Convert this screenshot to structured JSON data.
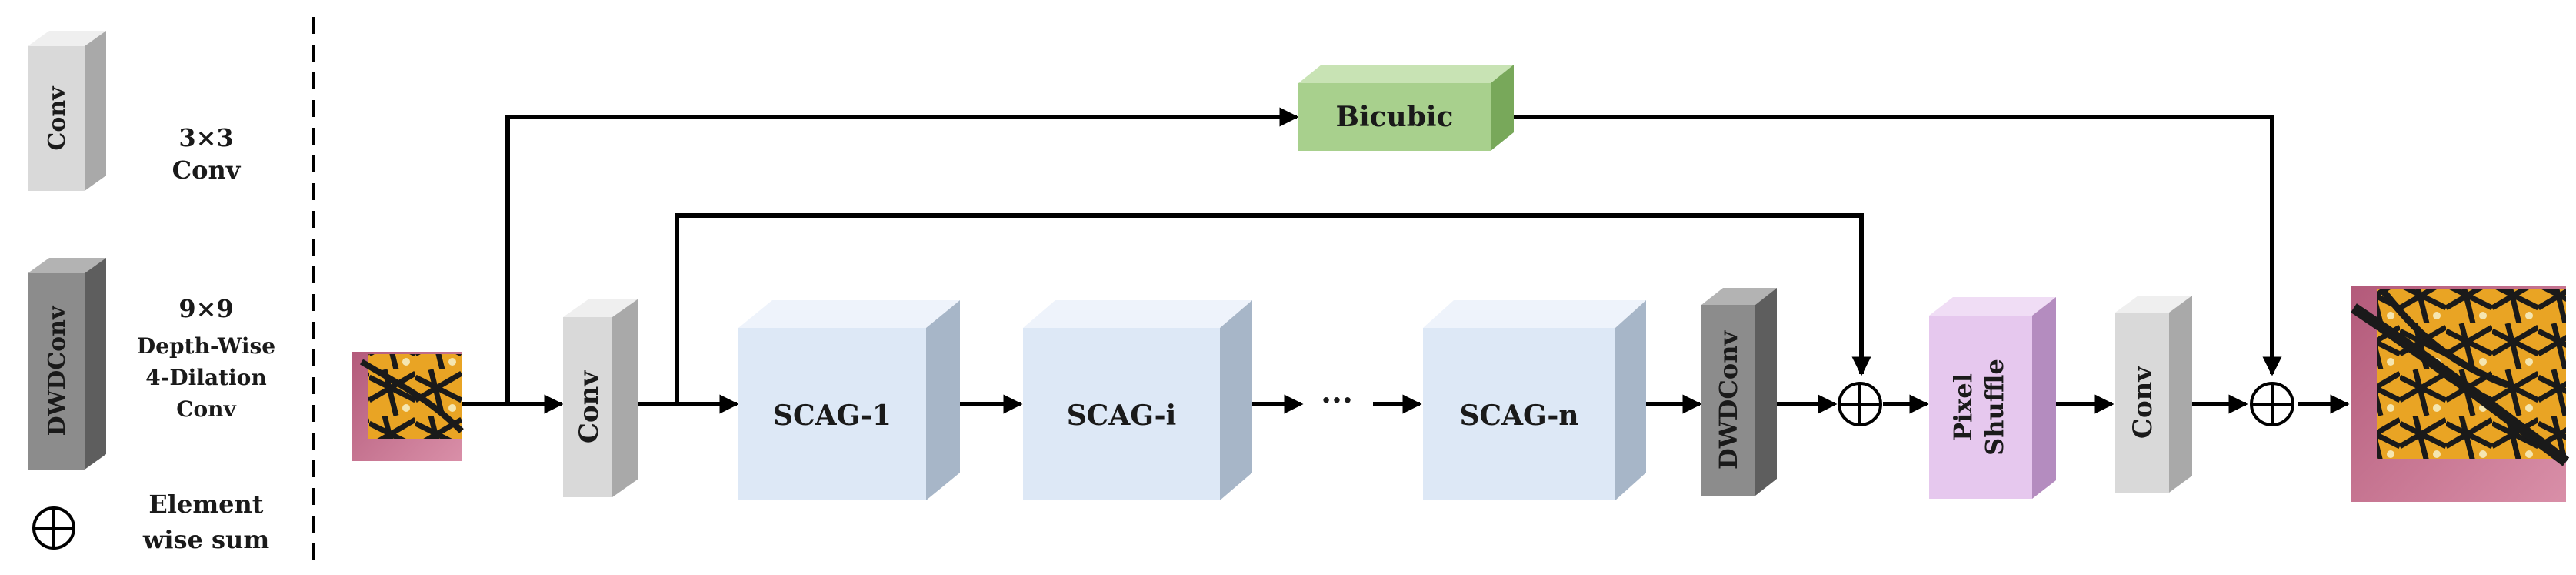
{
  "legend": {
    "conv_block_text": "Conv",
    "conv_desc_line1": "3×3",
    "conv_desc_line2": "Conv",
    "dwd_block_text": "DWDConv",
    "dwd_desc_line1": "9×9",
    "dwd_desc_line2": "Depth-Wise",
    "dwd_desc_line3": "4-Dilation",
    "dwd_desc_line4": "Conv",
    "sum_desc_line1": "Element",
    "sum_desc_line2": "wise sum"
  },
  "blocks": {
    "conv_first": "Conv",
    "bicubic": "Bicubic",
    "scag_1": "SCAG-1",
    "scag_i": "SCAG-i",
    "ellipsis": "···",
    "scag_n": "SCAG-n",
    "dwdconv": "DWDConv",
    "pixel_shuffle_line1": "Pixel",
    "pixel_shuffle_line2": "Shuffle",
    "conv_last": "Conv"
  },
  "colors": {
    "conv": "#d9d9d9",
    "dwdconv": "#8c8c8c",
    "bicubic": "#a8d08d",
    "scag": "#dde8f6",
    "pixel_shuffle": "#e6c8ee",
    "wire": "#000000"
  },
  "icons": {
    "input_image": "butterfly-lowres-image",
    "output_image": "butterfly-highres-image",
    "sum": "circle-plus-icon"
  }
}
